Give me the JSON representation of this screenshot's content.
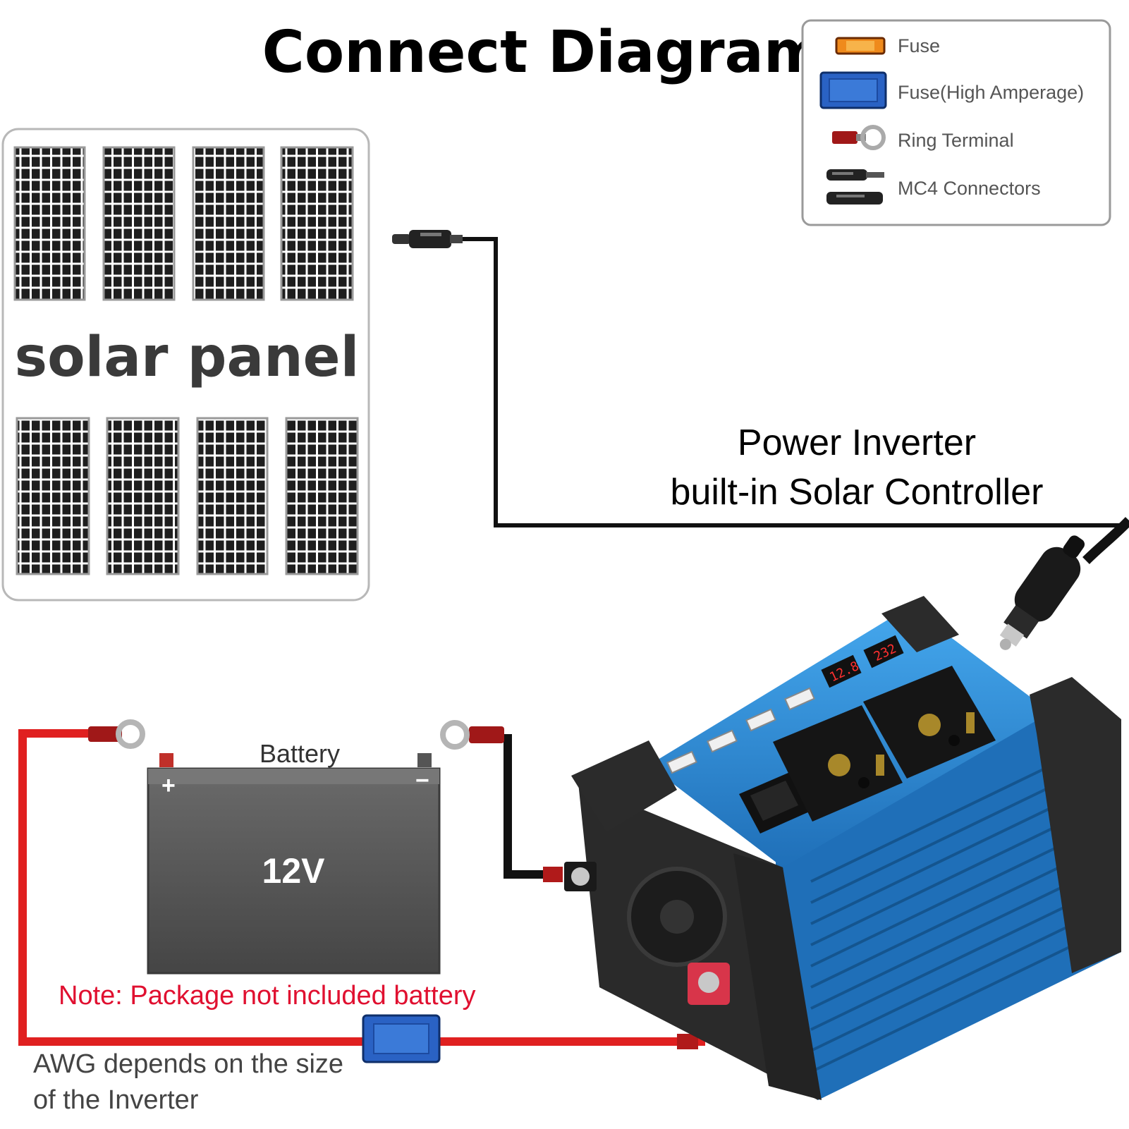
{
  "title": "Connect Diagram",
  "legend": {
    "items": [
      {
        "label": "Fuse",
        "icon": "fuse-icon"
      },
      {
        "label": "Fuse(High Amperage)",
        "icon": "high-amperage-fuse-icon"
      },
      {
        "label": "Ring Terminal",
        "icon": "ring-terminal-icon"
      },
      {
        "label": "MC4 Connectors",
        "icon": "mc4-connector-icon"
      }
    ]
  },
  "solar_panel": {
    "label": "solar panel"
  },
  "inverter": {
    "label_line1": "Power Inverter",
    "label_line2": "built-in Solar Controller",
    "display_left": "12.8",
    "display_right": "232"
  },
  "battery": {
    "label": "Battery",
    "voltage": "12V",
    "plus": "+",
    "minus": "−"
  },
  "note": "Note: Package not included battery",
  "awg_note": {
    "line1": "AWG depends on the size",
    "line2": "of the Inverter"
  },
  "colors": {
    "wire_red": "#e02020",
    "wire_black": "#111111",
    "inverter_blue": "#2f8fd8",
    "fuse_blue": "#2a62c4",
    "note_red": "#e01030",
    "battery_grey": "#555555"
  }
}
